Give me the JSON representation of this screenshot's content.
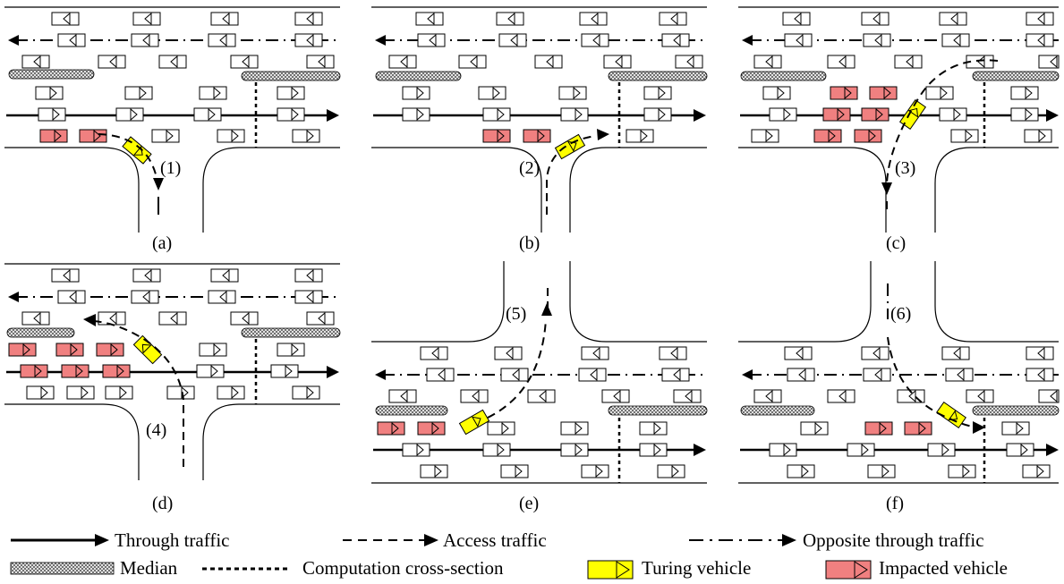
{
  "panels": [
    {
      "id": "a",
      "caption": "(a)",
      "step": "(1)"
    },
    {
      "id": "b",
      "caption": "(b)",
      "step": "(2)"
    },
    {
      "id": "c",
      "caption": "(c)",
      "step": "(3)"
    },
    {
      "id": "d",
      "caption": "(d)",
      "step": "(4)"
    },
    {
      "id": "e",
      "caption": "(e)",
      "step": "(5)"
    },
    {
      "id": "f",
      "caption": "(f)",
      "step": "(6)"
    }
  ],
  "legend": {
    "through_traffic": "Through traffic",
    "access_traffic": "Access traffic",
    "opposite_through_traffic": "Opposite through traffic",
    "median": "Median",
    "computation_cross_section": "Computation cross-section",
    "turning_vehicle": "Turing vehicle",
    "impacted_vehicle": "Impacted vehicle"
  },
  "colors": {
    "turning_vehicle": "#ffff00",
    "impacted_vehicle": "#f08080",
    "line": "#000000"
  }
}
